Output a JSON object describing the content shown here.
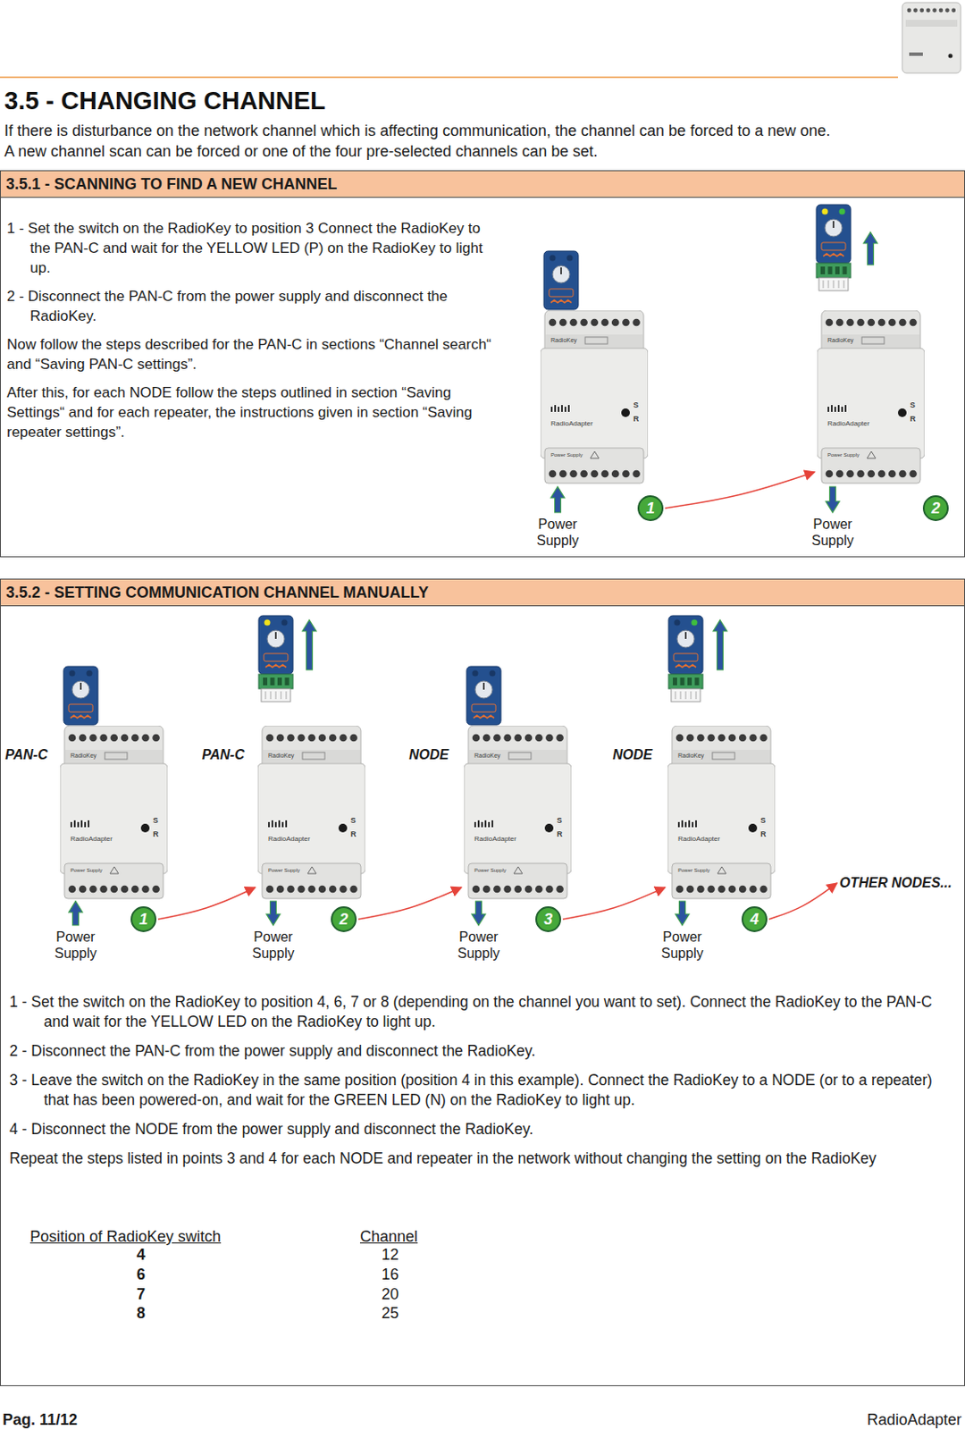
{
  "diagram": {
    "title": "3.5 - CHANGING CHANNEL",
    "nodes": [
      {
        "text": [
          "3.5.1 - SCANNING TO FIND A NEW CHANNEL",
          "1 - Set the switch on the RadioKey to position 3 Connect the RadioKey to the PAN-C and wait for the YELLOW LED (P) on the RadioKey to light up.",
          "2 - Disconnect the PAN-C from the power supply and disconnect the RadioKey.",
          "Now follow the steps described for the PAN-C in sections “Channel search“ and “Saving PAN-C settings”.",
          "After this, for each NODE follow the steps outlined in section “Saving Settings“ and for each repeater, the instructions given in section “Saving repeater settings”."
        ]
      },
      {
        "text": [
          "RadioKey",
          "RadioAdapter",
          "S",
          "R",
          "Power Supply"
        ],
        "in": 0
      },
      {
        "text": [
          "RadioKey",
          "RadioAdapter",
          "S",
          "R",
          "Power Supply"
        ],
        "in": 0
      },
      {
        "text": [
          "1"
        ],
        "in": 0
      },
      {
        "text": [
          "2"
        ],
        "in": 0
      },
      {
        "text": [
          "3.5.2 - SETTING COMMUNICATION CHANNEL MANUALLY",
          "1 - Set the switch on the RadioKey to position 4, 6, 7 or 8 (depending on the channel you want to set). Connect the RadioKey to the PAN-C and wait for the YELLOW LED on the RadioKey to light up.",
          "2 - Disconnect the PAN-C from the power supply and disconnect the RadioKey.",
          "3 - Leave the switch on the RadioKey in the same position (position 4 in this example). Connect the RadioKey to a NODE (or to a repeater) that has been powered-on, and wait for the GREEN LED (N) on the RadioKey to light up.",
          "4 - Disconnect the NODE from the power supply and disconnect the RadioKey.",
          "Repeat the steps listed in points 3 and 4 for each NODE and repeater in the network without changing the setting on the RadioKey"
        ]
      },
      {
        "text": [
          "RadioKey",
          "RadioAdapter",
          "S",
          "R",
          "Power Supply"
        ],
        "in": 5
      },
      {
        "text": [
          "RadioKey",
          "RadioAdapter",
          "S",
          "R",
          "Power Supply"
        ],
        "in": 5
      },
      {
        "text": [
          "RadioKey",
          "RadioAdapter",
          "S",
          "R",
          "Power Supply"
        ],
        "in": 5
      },
      {
        "text": [
          "RadioKey",
          "RadioAdapter",
          "S",
          "R",
          "Power Supply"
        ],
        "in": 5
      },
      {
        "text": [
          "1"
        ],
        "in": 5
      },
      {
        "text": [
          "2"
        ],
        "in": 5
      },
      {
        "text": [
          "3"
        ],
        "in": 5
      },
      {
        "text": [
          "4"
        ],
        "in": 5
      },
      {
        "text": [
          "OTHER NODES..."
        ],
        "in": 5
      }
    ],
    "edges": [
      {
        "from": 3,
        "to": 2,
        "arrow": "to"
      },
      {
        "from": 10,
        "to": 7,
        "arrow": "to"
      },
      {
        "from": 11,
        "to": 8,
        "arrow": "to"
      },
      {
        "from": 12,
        "to": 9,
        "arrow": "to"
      },
      {
        "from": 13,
        "to": 14,
        "arrow": "to"
      }
    ],
    "labels": [
      "If there is disturbance on the network channel which is affecting communication, the channel can be forced to a new one.",
      "A new channel scan can be forced or one of the four pre-selected channels can be set.",
      "Power Supply",
      "Power Supply",
      "PAN-C",
      "PAN-C",
      "NODE",
      "NODE",
      "Power Supply",
      "Power Supply",
      "Power Supply",
      "Power Supply",
      "Position of RadioKey switch",
      "Channel",
      "4",
      "12",
      "6",
      "16",
      "7",
      "20",
      "8",
      "25",
      "Pag. 11/12",
      "RadioAdapter"
    ]
  }
}
